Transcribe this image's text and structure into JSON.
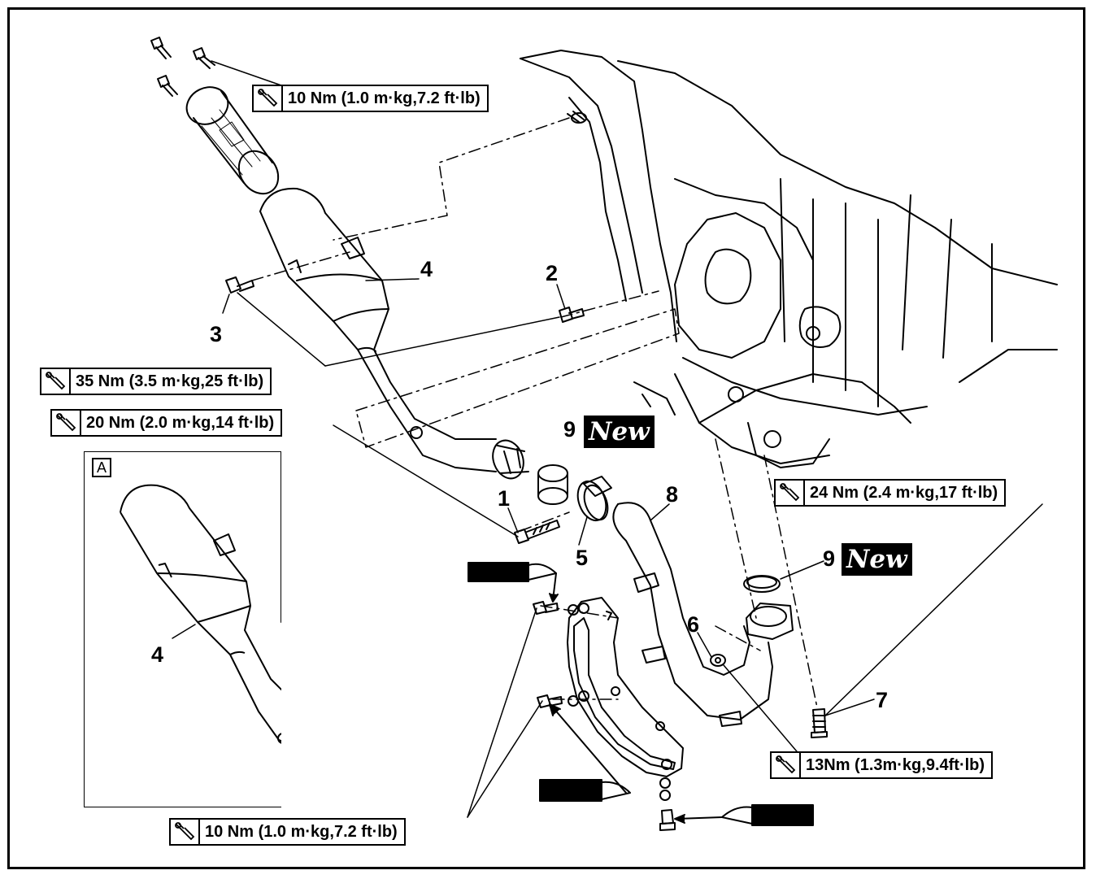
{
  "callouts": {
    "c1": "1",
    "c2": "2",
    "c3": "3",
    "c4": "4",
    "c4b": "4",
    "c5": "5",
    "c6": "6",
    "c7": "7",
    "c8": "8",
    "c9a": "9",
    "c9b": "9"
  },
  "new_label": "New",
  "inset_label": "A",
  "torque": {
    "t_top": "10 Nm (1.0 m·kg,7.2 ft·lb)",
    "t35": "35 Nm (3.5 m·kg,25 ft·lb)",
    "t20": "20 Nm (2.0 m·kg,14 ft·lb)",
    "t24": "24 Nm (2.4 m·kg,17 ft·lb)",
    "t13": "13Nm (1.3m·kg,9.4ft·lb)",
    "t_bottom": "10 Nm (1.0 m·kg,7.2 ft·lb)"
  },
  "icons": [
    "torque-wrench-icon",
    "grease-applicator-icon"
  ]
}
